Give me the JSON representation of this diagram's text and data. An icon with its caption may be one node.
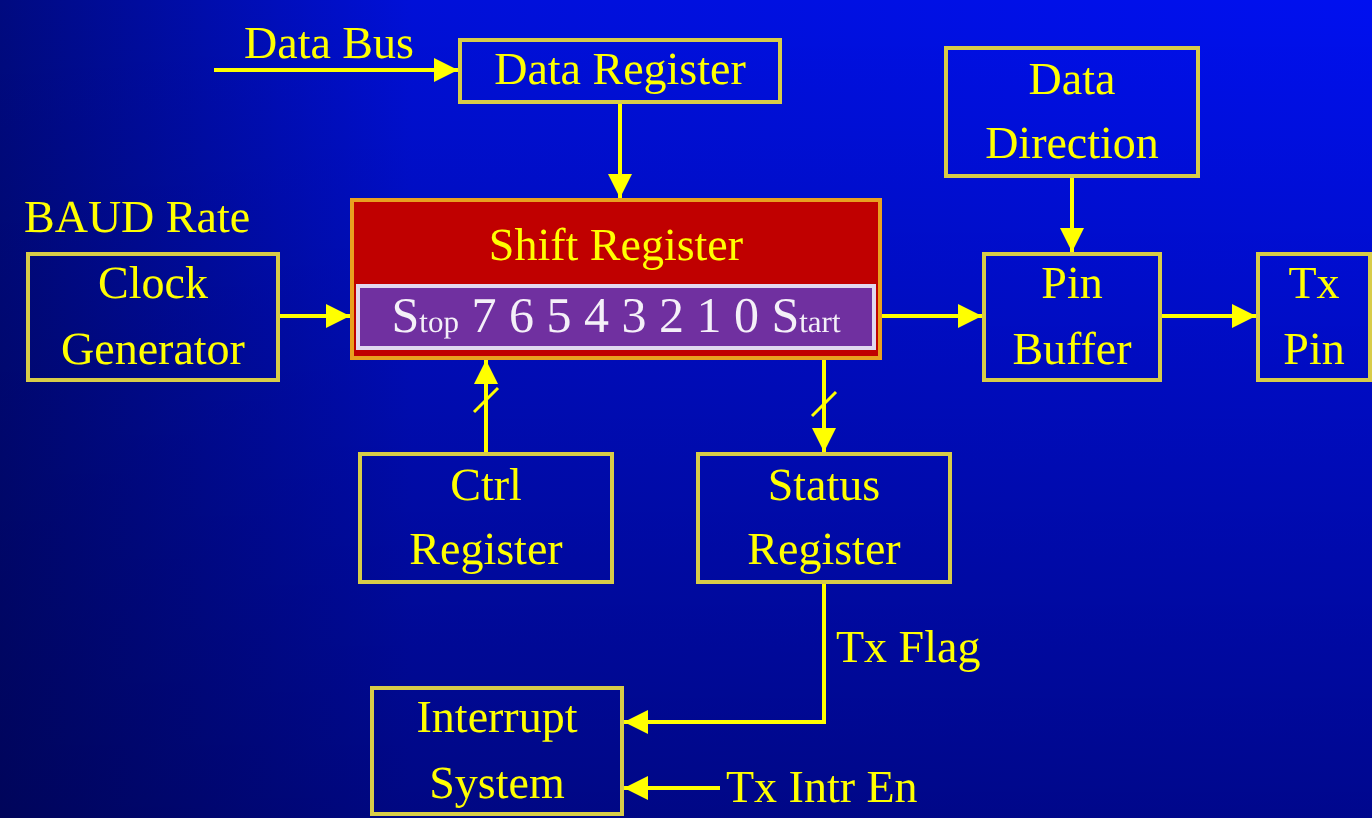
{
  "diagram": {
    "nodes": [
      {
        "text": [
          "Data Register"
        ]
      },
      {
        "text": [
          "Shift Register"
        ]
      },
      {
        "text": [
          "S$_{top}$ 7 6 5 4 3 2 1 0 S$_{tart}$"
        ],
        "in": 1
      },
      {
        "text": [
          "Clock Generator"
        ],
        "beside": [
          "BAUD Rate"
        ]
      },
      {
        "text": [
          "Data Direction"
        ]
      },
      {
        "text": [
          "Pin Buffer"
        ]
      },
      {
        "text": [
          "Tx Pin"
        ]
      },
      {
        "text": [
          "Ctrl Register"
        ]
      },
      {
        "text": [
          "Status Register"
        ]
      },
      {
        "text": [
          "Interrupt System"
        ]
      }
    ],
    "edges": [
      {
        "from": null,
        "to": 0,
        "arrow": "to",
        "label": "Data Bus"
      },
      {
        "from": 0,
        "to": 1,
        "arrow": "to"
      },
      {
        "from": 3,
        "to": 1,
        "arrow": "to"
      },
      {
        "from": 1,
        "to": 5,
        "arrow": "to"
      },
      {
        "from": 4,
        "to": 5,
        "arrow": "to"
      },
      {
        "from": 5,
        "to": 6,
        "arrow": "to"
      },
      {
        "from": 7,
        "to": 1,
        "arrow": "to"
      },
      {
        "from": 1,
        "to": 8,
        "arrow": "to"
      },
      {
        "from": 8,
        "to": 9,
        "arrow": "to",
        "label": "Tx Flag"
      },
      {
        "from": null,
        "to": 9,
        "arrow": "to",
        "label": "Tx Intr En"
      }
    ]
  }
}
